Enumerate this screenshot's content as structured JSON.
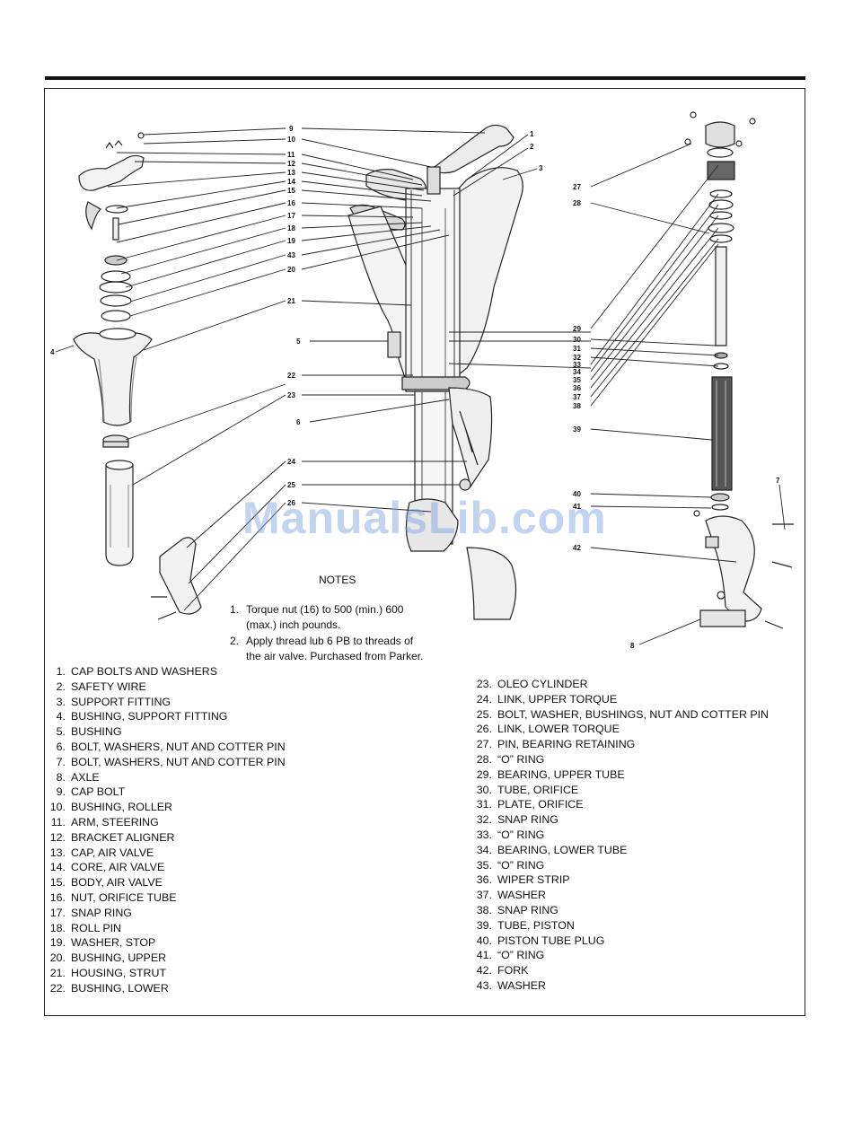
{
  "watermark": "ManualsLib.com",
  "notes": {
    "title": "NOTES",
    "items": [
      {
        "num": "1.",
        "line1": "Torque nut (16) to 500 (min.) 600",
        "line2": "(max.) inch pounds."
      },
      {
        "num": "2.",
        "line1": "Apply thread lub 6 PB to threads of",
        "line2": "the air valve. Purchased from Parker."
      }
    ]
  },
  "parts_left": [
    {
      "num": "1.",
      "name": "CAP BOLTS AND WASHERS"
    },
    {
      "num": "2.",
      "name": "SAFETY WIRE"
    },
    {
      "num": "3.",
      "name": "SUPPORT FITTING"
    },
    {
      "num": "4.",
      "name": "BUSHING, SUPPORT FITTING"
    },
    {
      "num": "5.",
      "name": "BUSHING"
    },
    {
      "num": "6.",
      "name": "BOLT, WASHERS, NUT AND COTTER PIN"
    },
    {
      "num": "7.",
      "name": "BOLT, WASHERS, NUT AND COTTER PIN"
    },
    {
      "num": "8.",
      "name": "AXLE"
    },
    {
      "num": "9.",
      "name": "CAP BOLT"
    },
    {
      "num": "10.",
      "name": "BUSHING, ROLLER"
    },
    {
      "num": "11.",
      "name": "ARM, STEERING"
    },
    {
      "num": "12.",
      "name": "BRACKET ALIGNER"
    },
    {
      "num": "13.",
      "name": "CAP, AIR VALVE"
    },
    {
      "num": "14.",
      "name": "CORE, AIR VALVE"
    },
    {
      "num": "15.",
      "name": "BODY, AIR VALVE"
    },
    {
      "num": "16.",
      "name": "NUT, ORIFICE TUBE"
    },
    {
      "num": "17.",
      "name": "SNAP RING"
    },
    {
      "num": "18.",
      "name": "ROLL PIN"
    },
    {
      "num": "19.",
      "name": "WASHER, STOP"
    },
    {
      "num": "20.",
      "name": "BUSHING, UPPER"
    },
    {
      "num": "21.",
      "name": "HOUSING, STRUT"
    },
    {
      "num": "22.",
      "name": "BUSHING, LOWER"
    }
  ],
  "parts_right": [
    {
      "num": "23.",
      "name": "OLEO CYLINDER"
    },
    {
      "num": "24.",
      "name": "LINK, UPPER TORQUE"
    },
    {
      "num": "25.",
      "name": "BOLT, WASHER, BUSHINGS, NUT AND COTTER PIN"
    },
    {
      "num": "26.",
      "name": "LINK, LOWER TORQUE"
    },
    {
      "num": "27.",
      "name": "PIN, BEARING RETAINING"
    },
    {
      "num": "28.",
      "name": "“O” RING"
    },
    {
      "num": "29.",
      "name": "BEARING, UPPER TUBE"
    },
    {
      "num": "30.",
      "name": "TUBE, ORIFICE"
    },
    {
      "num": "31.",
      "name": "PLATE, ORIFICE"
    },
    {
      "num": "32.",
      "name": "SNAP RING"
    },
    {
      "num": "33.",
      "name": "“O” RING"
    },
    {
      "num": "34.",
      "name": "BEARING, LOWER TUBE"
    },
    {
      "num": "35.",
      "name": "“O” RING"
    },
    {
      "num": "36.",
      "name": "WIPER STRIP"
    },
    {
      "num": "37.",
      "name": "WASHER"
    },
    {
      "num": "38.",
      "name": "SNAP RING"
    },
    {
      "num": "39.",
      "name": "TUBE, PISTON"
    },
    {
      "num": "40.",
      "name": "PISTON TUBE PLUG"
    },
    {
      "num": "41.",
      "name": "“O” RING"
    },
    {
      "num": "42.",
      "name": "FORK"
    },
    {
      "num": "43.",
      "name": "WASHER"
    }
  ],
  "callouts": {
    "c1": "1",
    "c2": "2",
    "c3": "3",
    "c4": "4",
    "c5": "5",
    "c6": "6",
    "c7": "7",
    "c8": "8",
    "c9": "9",
    "c10": "10",
    "c11": "11",
    "c12": "12",
    "c13": "13",
    "c14": "14",
    "c15": "15",
    "c16": "16",
    "c17": "17",
    "c18": "18",
    "c19": "19",
    "c20": "20",
    "c21": "21",
    "c22": "22",
    "c23": "23",
    "c24": "24",
    "c25": "25",
    "c26": "26",
    "c27": "27",
    "c28": "28",
    "c29": "29",
    "c30": "30",
    "c31": "31",
    "c32": "32",
    "c33": "33",
    "c34": "34",
    "c35": "35",
    "c36": "36",
    "c37": "37",
    "c38": "38",
    "c39": "39",
    "c40": "40",
    "c41": "41",
    "c42": "42",
    "c43": "43"
  }
}
